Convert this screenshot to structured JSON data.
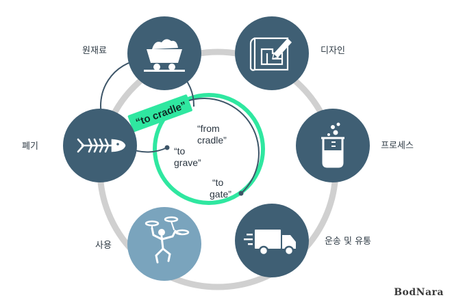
{
  "stages": {
    "raw_materials": "원재료",
    "design": "디자인",
    "process": "프로세스",
    "transport": "운송 및 유통",
    "use": "사용",
    "disposal": "폐기"
  },
  "inner": {
    "to_cradle": "“to cradle”",
    "from_cradle_1": "“from",
    "from_cradle_2": "cradle”",
    "to_grave_1": "“to",
    "to_grave_2": "grave”",
    "to_gate_1": "“to",
    "to_gate_2": "gate”"
  },
  "logo": {
    "text": "BodNara"
  },
  "colors": {
    "circle_dark": "#3f5f74",
    "circle_light": "#7aa4bd",
    "ring": "#d0d0d0",
    "accent_green": "#2fe7a0",
    "arc_dark": "#3d5568"
  },
  "icons": {
    "raw_materials": "mine-cart-icon",
    "design": "blueprint-pencil-icon",
    "process": "beaker-icon",
    "transport": "truck-icon",
    "use": "juggler-icon",
    "disposal": "fish-bone-icon"
  }
}
